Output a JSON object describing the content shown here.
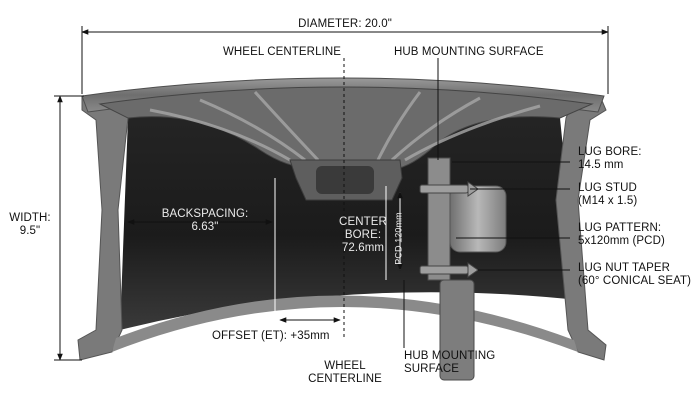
{
  "colors": {
    "metal_outer": "#707070",
    "metal_mid": "#8d8d8d",
    "metal_light": "#b5b5b5",
    "cavity": "#1c1c1c",
    "rotor": "#9a9a9a",
    "dim_line": "#111111",
    "background": "#ffffff"
  },
  "labels": {
    "diameter": "DIAMETER: 20.0\"",
    "wheel_centerline_top": "WHEEL CENTERLINE",
    "hub_mounting_surface_top": "HUB MOUNTING SURFACE",
    "width_line1": "WIDTH:",
    "width_line2": "9.5\"",
    "backspacing_line1": "BACKSPACING:",
    "backspacing_line2": "6.63\"",
    "center_bore_line1": "CENTER",
    "center_bore_line2": "BORE:",
    "center_bore_line3": "72.6mm",
    "pcd_vertical": "PCD 120mm",
    "offset": "OFFSET (ET): +35mm",
    "wheel_centerline_bottom_line1": "WHEEL",
    "wheel_centerline_bottom_line2": "CENTERLINE",
    "hub_mounting_surface_bottom_line1": "HUB MOUNTING",
    "hub_mounting_surface_bottom_line2": "SURFACE",
    "lug_bore_line1": "LUG BORE:",
    "lug_bore_line2": "14.5 mm",
    "lug_stud_line1": "LUG STUD",
    "lug_stud_line2": "(M14 x 1.5)",
    "lug_pattern_line1": "LUG PATTERN:",
    "lug_pattern_line2": "5x120mm (PCD)",
    "lug_nut_taper_line1": "LUG NUT TAPER",
    "lug_nut_taper_line2": "(60° CONICAL SEAT)"
  }
}
